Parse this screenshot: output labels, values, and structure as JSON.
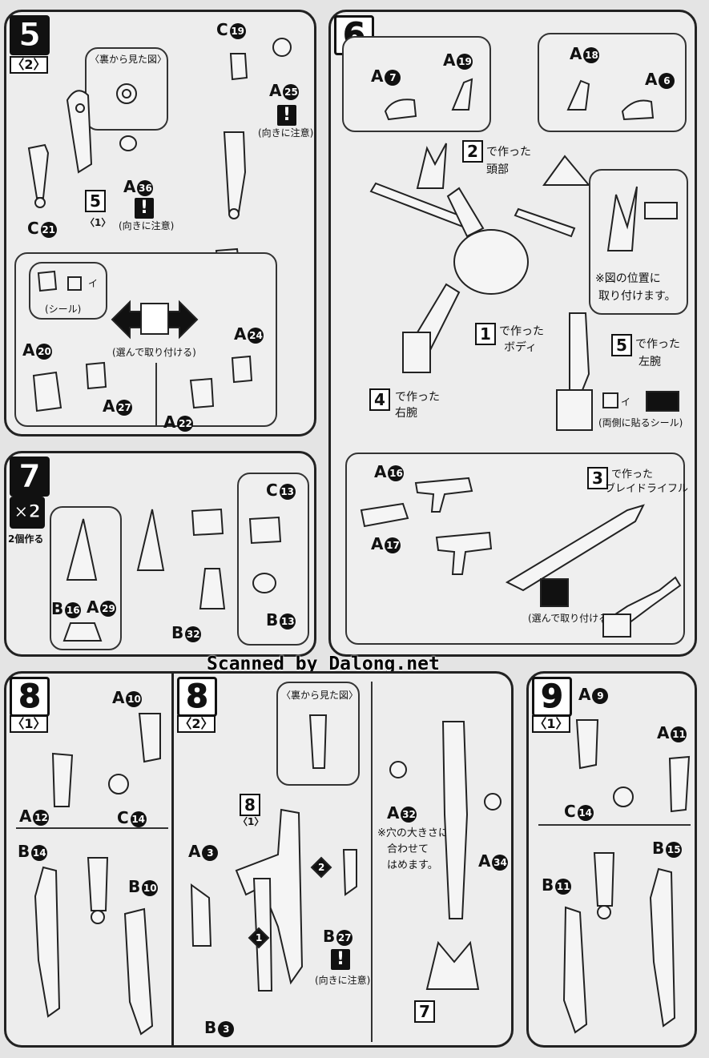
{
  "watermark": "Scanned by Dalong.net",
  "step5": {
    "number": "5",
    "sub": "〈2〉",
    "back_view": "〈裏から見た図〉",
    "ref_step": "5",
    "ref_sub": "〈1〉",
    "orient_note": "(向きに注意)",
    "orient_note_2": "(向きに注意)",
    "sticker": "(シール)",
    "sticker_id": "イ",
    "choose_note": "(選んで取り付ける)",
    "parts": {
      "c19": "C",
      "c19n": "19",
      "a25": "A",
      "a25n": "25",
      "a36": "A",
      "a36n": "36",
      "c21": "C",
      "c21n": "21",
      "a20": "A",
      "a20n": "20",
      "a27": "A",
      "a27n": "27",
      "a24": "A",
      "a24n": "24",
      "a22": "A",
      "a22n": "22"
    }
  },
  "step6": {
    "number": "6",
    "head_ref": "2",
    "head_note": "で作った",
    "head_label": "頭部",
    "body_ref": "1",
    "body_note": "で作った",
    "body_label": "ボディ",
    "rarm_ref": "4",
    "rarm_note": "で作った",
    "rarm_label": "右腕",
    "larm_ref": "5",
    "larm_note": "で作った",
    "larm_label": "左腕",
    "rifle_ref": "3",
    "rifle_note": "で作った",
    "rifle_label": "ブレイドライフル",
    "position_note_1": "※図の位置に",
    "position_note_2": "取り付けます。",
    "both_sides": "(両側に貼るシール)",
    "sticker_id": "イ",
    "choose_note": "(選んで取り付ける)",
    "parts": {
      "a7": "A",
      "a7n": "7",
      "a19": "A",
      "a19n": "19",
      "a18": "A",
      "a18n": "18",
      "a6": "A",
      "a6n": "6",
      "a16": "A",
      "a16n": "16",
      "a17": "A",
      "a17n": "17"
    }
  },
  "step7": {
    "number": "7",
    "mult": "×2",
    "make_two": "2個作る",
    "parts": {
      "b16": "B",
      "b16n": "16",
      "a29": "A",
      "a29n": "29",
      "b32": "B",
      "b32n": "32",
      "c13": "C",
      "c13n": "13",
      "b13": "B",
      "b13n": "13"
    }
  },
  "step8a": {
    "number": "8",
    "sub": "〈1〉",
    "parts": {
      "a10": "A",
      "a10n": "10",
      "a12": "A",
      "a12n": "12",
      "c14": "C",
      "c14n": "14",
      "b14": "B",
      "b14n": "14",
      "b10": "B",
      "b10n": "10"
    }
  },
  "step8b": {
    "number": "8",
    "sub": "〈2〉",
    "back_view": "〈裏から見た図〉",
    "ref_step": "8",
    "ref_sub": "〈1〉",
    "orient_note": "(向きに注意)",
    "hole_note_1": "※穴の大きさに",
    "hole_note_2": "合わせて",
    "hole_note_3": "はめます。",
    "ref_7": "7",
    "order_1": "1",
    "order_2": "2",
    "parts": {
      "a3": "A",
      "a3n": "3",
      "b3": "B",
      "b3n": "3",
      "b27": "B",
      "b27n": "27",
      "a32": "A",
      "a32n": "32",
      "a34": "A",
      "a34n": "34"
    }
  },
  "step9": {
    "number": "9",
    "sub": "〈1〉",
    "parts": {
      "a9": "A",
      "a9n": "9",
      "a11": "A",
      "a11n": "11",
      "c14": "C",
      "c14n": "14",
      "b11": "B",
      "b11n": "11",
      "b15": "B",
      "b15n": "15"
    }
  }
}
